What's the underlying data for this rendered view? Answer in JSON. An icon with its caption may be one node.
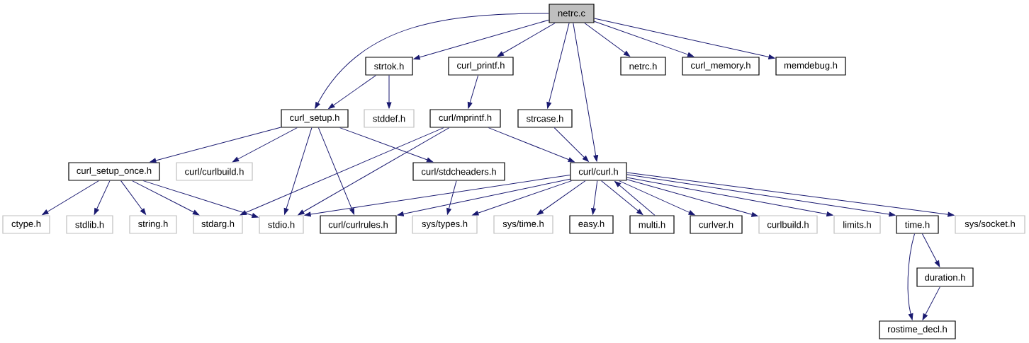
{
  "diagram": {
    "nodes": [
      {
        "text": [
          "netrc.c"
        ]
      },
      {
        "text": [
          "strtok.h"
        ]
      },
      {
        "text": [
          "curl_printf.h"
        ]
      },
      {
        "text": [
          "netrc.h"
        ]
      },
      {
        "text": [
          "curl_memory.h"
        ]
      },
      {
        "text": [
          "memdebug.h"
        ]
      },
      {
        "text": [
          "curl_setup.h"
        ]
      },
      {
        "text": [
          "stddef.h"
        ]
      },
      {
        "text": [
          "curl/mprintf.h"
        ]
      },
      {
        "text": [
          "strcase.h"
        ]
      },
      {
        "text": [
          "curl_setup_once.h"
        ]
      },
      {
        "text": [
          "curl/curlbuild.h"
        ]
      },
      {
        "text": [
          "curl/stdcheaders.h"
        ]
      },
      {
        "text": [
          "curl/curl.h"
        ]
      },
      {
        "text": [
          "ctype.h"
        ]
      },
      {
        "text": [
          "stdlib.h"
        ]
      },
      {
        "text": [
          "string.h"
        ]
      },
      {
        "text": [
          "stdarg.h"
        ]
      },
      {
        "text": [
          "stdio.h"
        ]
      },
      {
        "text": [
          "curl/curlrules.h"
        ]
      },
      {
        "text": [
          "sys/types.h"
        ]
      },
      {
        "text": [
          "sys/time.h"
        ]
      },
      {
        "text": [
          "easy.h"
        ]
      },
      {
        "text": [
          "multi.h"
        ]
      },
      {
        "text": [
          "curlver.h"
        ]
      },
      {
        "text": [
          "curlbuild.h"
        ]
      },
      {
        "text": [
          "limits.h"
        ]
      },
      {
        "text": [
          "time.h"
        ]
      },
      {
        "text": [
          "sys/socket.h"
        ]
      },
      {
        "text": [
          "duration.h"
        ]
      },
      {
        "text": [
          "rostime_decl.h"
        ]
      }
    ],
    "edges": [
      {
        "from": 0,
        "to": 6,
        "arrow": "to"
      },
      {
        "from": 0,
        "to": 1,
        "arrow": "to"
      },
      {
        "from": 0,
        "to": 2,
        "arrow": "to"
      },
      {
        "from": 0,
        "to": 9,
        "arrow": "to"
      },
      {
        "from": 0,
        "to": 13,
        "arrow": "to"
      },
      {
        "from": 0,
        "to": 3,
        "arrow": "to"
      },
      {
        "from": 0,
        "to": 4,
        "arrow": "to"
      },
      {
        "from": 0,
        "to": 5,
        "arrow": "to"
      },
      {
        "from": 1,
        "to": 6,
        "arrow": "to"
      },
      {
        "from": 1,
        "to": 7,
        "arrow": "to"
      },
      {
        "from": 2,
        "to": 8,
        "arrow": "to"
      },
      {
        "from": 6,
        "to": 10,
        "arrow": "to"
      },
      {
        "from": 6,
        "to": 11,
        "arrow": "to"
      },
      {
        "from": 6,
        "to": 18,
        "arrow": "to"
      },
      {
        "from": 6,
        "to": 19,
        "arrow": "to"
      },
      {
        "from": 6,
        "to": 12,
        "arrow": "to"
      },
      {
        "from": 8,
        "to": 17,
        "arrow": "to"
      },
      {
        "from": 8,
        "to": 18,
        "arrow": "to"
      },
      {
        "from": 8,
        "to": 13,
        "arrow": "to"
      },
      {
        "from": 9,
        "to": 13,
        "arrow": "to"
      },
      {
        "from": 10,
        "to": 14,
        "arrow": "to"
      },
      {
        "from": 10,
        "to": 15,
        "arrow": "to"
      },
      {
        "from": 10,
        "to": 16,
        "arrow": "to"
      },
      {
        "from": 10,
        "to": 17,
        "arrow": "to"
      },
      {
        "from": 10,
        "to": 18,
        "arrow": "to"
      },
      {
        "from": 12,
        "to": 20,
        "arrow": "to"
      },
      {
        "from": 13,
        "to": 18,
        "arrow": "to"
      },
      {
        "from": 13,
        "to": 19,
        "arrow": "to"
      },
      {
        "from": 13,
        "to": 20,
        "arrow": "to"
      },
      {
        "from": 13,
        "to": 21,
        "arrow": "to"
      },
      {
        "from": 13,
        "to": 22,
        "arrow": "to"
      },
      {
        "from": 13,
        "to": 23,
        "arrow": "to"
      },
      {
        "from": 23,
        "to": 13,
        "arrow": "to"
      },
      {
        "from": 13,
        "to": 24,
        "arrow": "to"
      },
      {
        "from": 13,
        "to": 25,
        "arrow": "to"
      },
      {
        "from": 13,
        "to": 26,
        "arrow": "to"
      },
      {
        "from": 13,
        "to": 27,
        "arrow": "to"
      },
      {
        "from": 13,
        "to": 28,
        "arrow": "to"
      },
      {
        "from": 27,
        "to": 30,
        "arrow": "to"
      },
      {
        "from": 27,
        "to": 29,
        "arrow": "to"
      },
      {
        "from": 29,
        "to": 30,
        "arrow": "to"
      }
    ]
  }
}
